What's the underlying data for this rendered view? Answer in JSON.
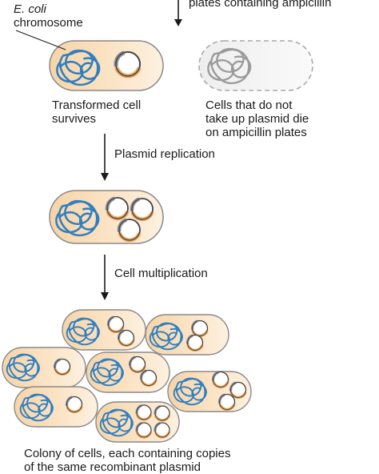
{
  "labels": {
    "top_caption": "plates containing ampicillin",
    "ecoli_name": "E. coli",
    "chromosome_word": "chromosome",
    "transformed": "Transformed cell\nsurvives",
    "die": "Cells that do not\ntake up plasmid die\non ampicillin plates",
    "step_replication": "Plasmid replication",
    "step_multiplication": "Cell multiplication",
    "colony": "Colony of cells, each containing copies\nof the same recombinant plasmid"
  },
  "colors": {
    "cell_fill": "#fbe2c0",
    "cell_stroke": "#8a8a8a",
    "dead_stroke": "#a8a8a8",
    "chromosome": "#2f7fc1",
    "plasmid_orange": "#e9a258",
    "plasmid_gray": "#8b8f99",
    "arrow": "#1a1a1a"
  }
}
